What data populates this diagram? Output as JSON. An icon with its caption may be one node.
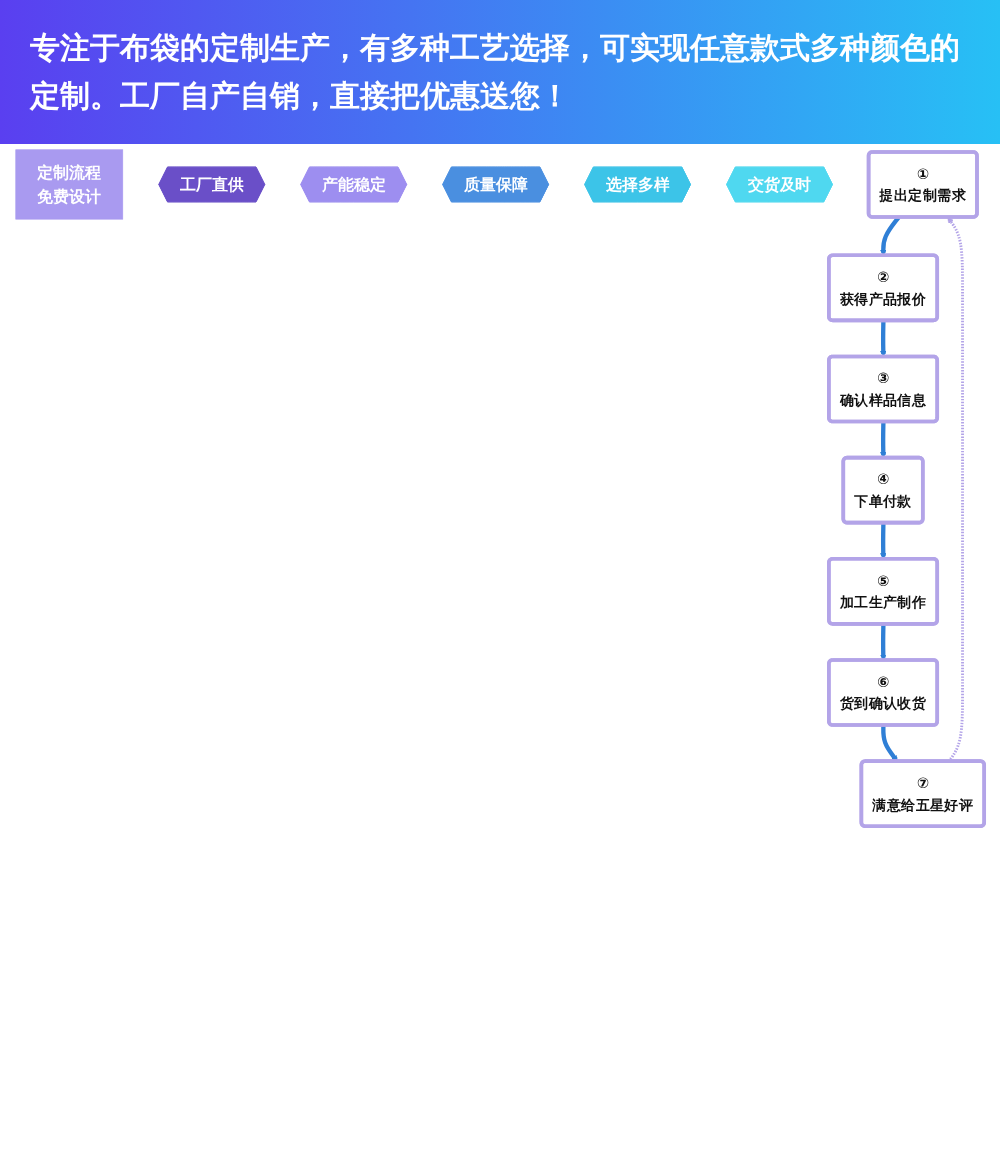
{
  "diagram": {
    "title": "专注于布袋的定制生产，有多种工艺选择，可实现任意款式多种颜色的定制。工厂自产自销，直接把优惠送您！",
    "nodes": [
      {
        "text": [
          "定制流程",
          "免费设计"
        ]
      },
      {
        "text": [
          "工厂直供"
        ]
      },
      {
        "text": [
          "产能稳定"
        ]
      },
      {
        "text": [
          "质量保障"
        ]
      },
      {
        "text": [
          "选择多样"
        ]
      },
      {
        "text": [
          "交货及时"
        ]
      },
      {
        "text": [
          "①",
          "提出定制需求"
        ]
      },
      {
        "text": [
          "②",
          "获得产品报价"
        ]
      },
      {
        "text": [
          "③",
          "确认样品信息"
        ]
      },
      {
        "text": [
          "④",
          "下单付款"
        ]
      },
      {
        "text": [
          "⑤",
          "加工生产制作"
        ]
      },
      {
        "text": [
          "⑥",
          "货到确认收货"
        ]
      },
      {
        "text": [
          "⑦",
          "满意给五星好评"
        ]
      }
    ],
    "edges": [
      {
        "from": 6,
        "to": 7,
        "arrow": "to"
      },
      {
        "from": 7,
        "to": 8,
        "arrow": "to"
      },
      {
        "from": 8,
        "to": 9,
        "arrow": "to"
      },
      {
        "from": 9,
        "to": 10,
        "arrow": "to"
      },
      {
        "from": 10,
        "to": 11,
        "arrow": "to"
      },
      {
        "from": 11,
        "to": 12,
        "arrow": "to"
      },
      {
        "from": 12,
        "to": 6,
        "arrow": "to",
        "style": "dashed",
        "color": "#b3a4e8"
      }
    ]
  }
}
